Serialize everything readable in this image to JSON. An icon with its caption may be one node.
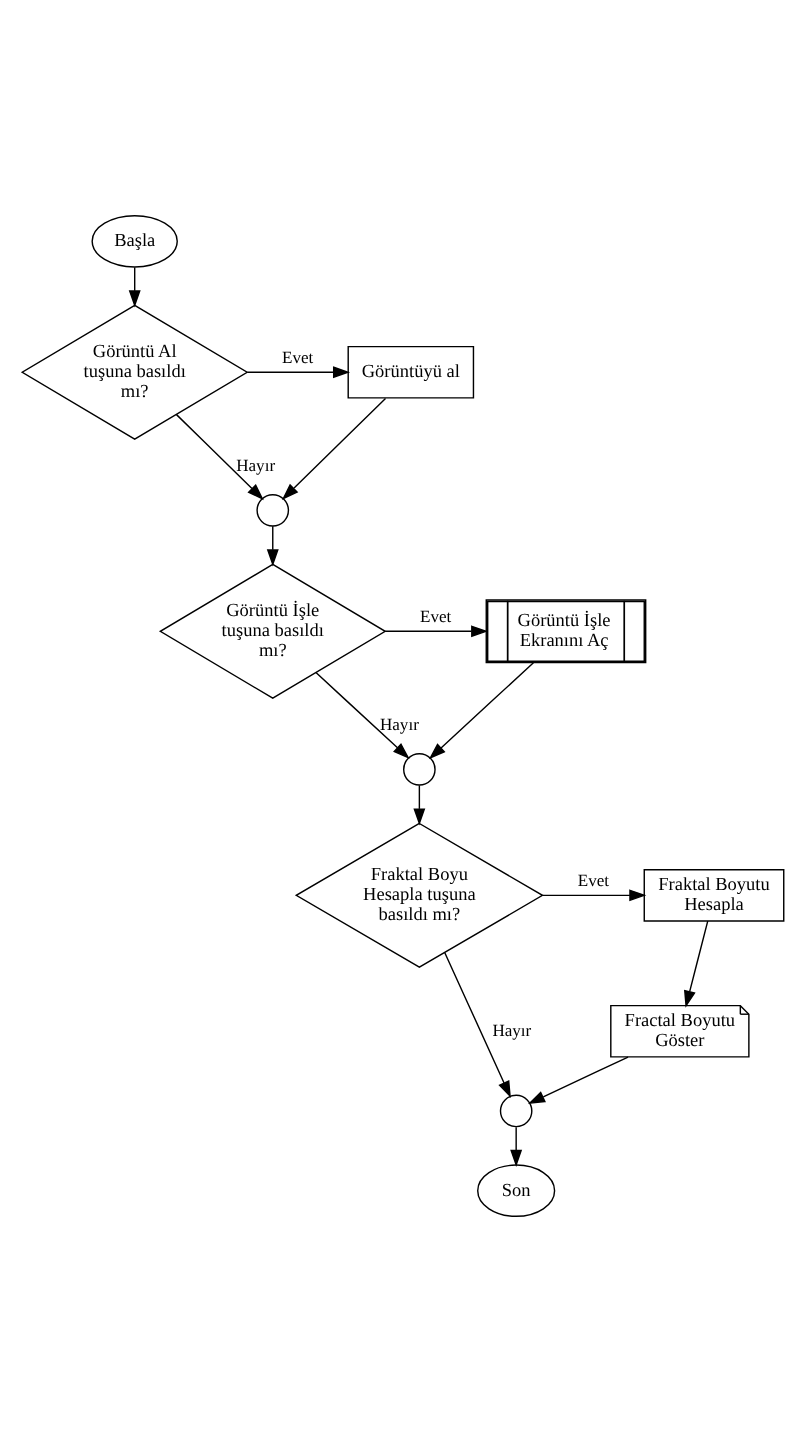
{
  "diagram": {
    "nodes": [
      {
        "text": [
          "Başla"
        ]
      },
      {
        "text": [
          "Görüntü Al tuşuna basıldı mı?"
        ]
      },
      {
        "text": [
          "Görüntüyü al"
        ]
      },
      {
        "text": [],
        "shape": "circle"
      },
      {
        "text": [
          "Görüntü İşle tuşuna basıldı mı?"
        ]
      },
      {
        "text": [
          "Görüntü İşle Ekranını Aç"
        ]
      },
      {
        "text": [],
        "shape": "circle"
      },
      {
        "text": [
          "Fraktal Boyu Hesapla tuşuna basıldı mı?"
        ]
      },
      {
        "text": [
          "Fraktal Boyutu Hesapla"
        ]
      },
      {
        "text": [
          "Fractal Boyutu Göster"
        ]
      },
      {
        "text": [],
        "shape": "circle"
      },
      {
        "text": [
          "Son"
        ]
      }
    ],
    "edges": [
      {
        "from": 0,
        "to": 1,
        "arrow": "to"
      },
      {
        "from": 1,
        "to": 2,
        "arrow": "to",
        "label": "Evet"
      },
      {
        "from": 2,
        "to": 3,
        "arrow": "to"
      },
      {
        "from": 1,
        "to": 3,
        "arrow": "to",
        "label": "Hayır"
      },
      {
        "from": 3,
        "to": 4,
        "arrow": "to"
      },
      {
        "from": 4,
        "to": 5,
        "arrow": "to",
        "label": "Evet"
      },
      {
        "from": 5,
        "to": 6,
        "arrow": "to"
      },
      {
        "from": 4,
        "to": 6,
        "arrow": "to",
        "label": "Hayır"
      },
      {
        "from": 6,
        "to": 7,
        "arrow": "to"
      },
      {
        "from": 7,
        "to": 8,
        "arrow": "to",
        "label": "Evet"
      },
      {
        "from": 8,
        "to": 9,
        "arrow": "to"
      },
      {
        "from": 9,
        "to": 10,
        "arrow": "to"
      },
      {
        "from": 7,
        "to": 10,
        "arrow": "to",
        "label": "Hayır"
      },
      {
        "from": 10,
        "to": 11,
        "arrow": "to"
      }
    ]
  }
}
